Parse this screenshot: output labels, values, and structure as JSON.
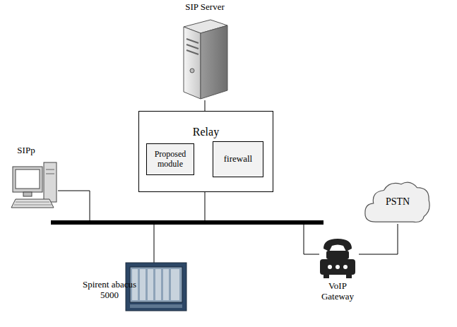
{
  "diagram": {
    "nodes": [
      {
        "text": [
          "SIP Server"
        ]
      },
      {
        "text": [
          "Relay"
        ]
      },
      {
        "text": [
          "Proposed module"
        ],
        "in": 1
      },
      {
        "text": [
          "firewall"
        ],
        "in": 1
      },
      {
        "text": [
          "SIPp"
        ]
      },
      {
        "text": [
          "PSTN"
        ]
      },
      {
        "text": [
          "Spirent abacus 5000"
        ]
      },
      {
        "text": [
          "VoIP Gateway"
        ]
      }
    ],
    "edges": [
      {
        "from": 0,
        "to": 1,
        "arrow": "none"
      },
      {
        "from": 2,
        "to": 3,
        "arrow": "to"
      },
      {
        "from": 3,
        "to": 2,
        "arrow": "to"
      },
      {
        "from": 5,
        "to": 7,
        "arrow": "none"
      }
    ]
  }
}
